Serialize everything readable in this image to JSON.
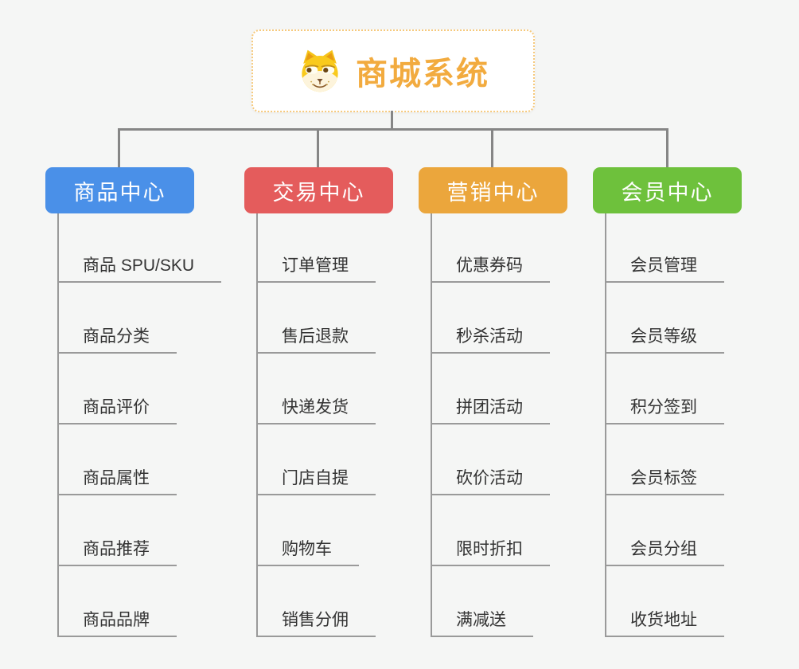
{
  "background_color": "#f5f6f5",
  "connector_color": "#868686",
  "underline_color": "#9a9a9a",
  "item_text_color": "#333333",
  "root": {
    "title": "商城系统",
    "icon": "dog-face-icon",
    "text_color": "#f2ab3f",
    "border_color": "#f6c97c"
  },
  "branches": [
    {
      "label": "商品中心",
      "color": "#4a90e8",
      "items": [
        "商品 SPU/SKU",
        "商品分类",
        "商品评价",
        "商品属性",
        "商品推荐",
        "商品品牌"
      ]
    },
    {
      "label": "交易中心",
      "color": "#e45c5c",
      "items": [
        "订单管理",
        "售后退款",
        "快递发货",
        "门店自提",
        "购物车",
        "销售分佣"
      ]
    },
    {
      "label": "营销中心",
      "color": "#eba63c",
      "items": [
        "优惠券码",
        "秒杀活动",
        "拼团活动",
        "砍价活动",
        "限时折扣",
        "满减送"
      ]
    },
    {
      "label": "会员中心",
      "color": "#6ec13c",
      "items": [
        "会员管理",
        "会员等级",
        "积分签到",
        "会员标签",
        "会员分组",
        "收货地址"
      ]
    }
  ]
}
